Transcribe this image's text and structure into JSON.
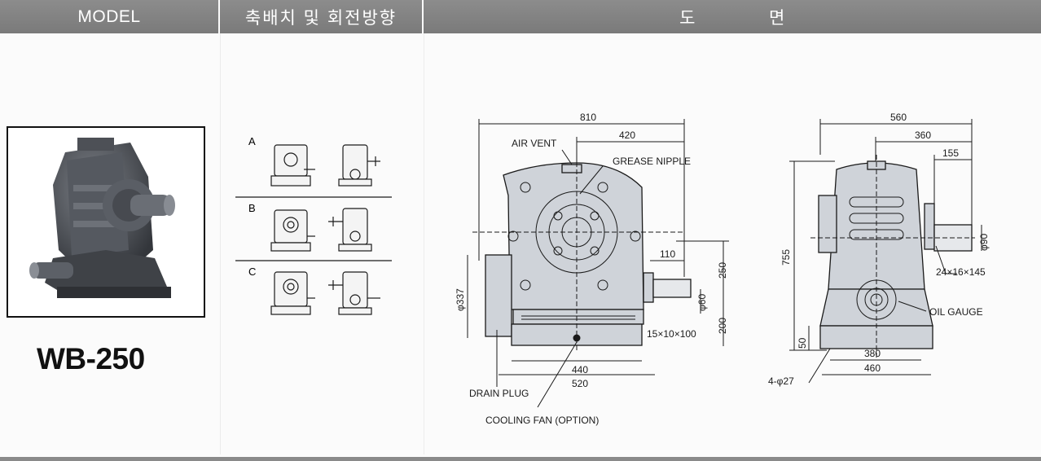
{
  "header": {
    "model_label": "MODEL",
    "shaft_label": "축배치 및 회전방향",
    "drawing_label_1": "도",
    "drawing_label_2": "면"
  },
  "model": {
    "name": "WB-250"
  },
  "arrangements": [
    {
      "label": "A"
    },
    {
      "label": "B"
    },
    {
      "label": "C"
    }
  ],
  "front_view": {
    "dim_total_width": "810",
    "dim_center_to_shaft": "420",
    "dim_shaft_length": "110",
    "dim_upper_height": "250",
    "dim_lower_height": "200",
    "dim_fan_diameter": "φ337",
    "dim_shaft_diameter": "φ60",
    "dim_keyway": "15×10×100",
    "dim_foot_inner": "440",
    "dim_foot_outer": "520",
    "label_air_vent": "AIR VENT",
    "label_grease_nipple": "GREASE NIPPLE",
    "label_drain_plug": "DRAIN PLUG",
    "label_cooling_fan": "COOLING FAN (OPTION)"
  },
  "side_view": {
    "dim_total_width": "560",
    "dim_center_to_shaft": "360",
    "dim_shaft_length": "155",
    "dim_total_height": "755",
    "dim_base_height": "50",
    "dim_shaft_diameter": "φ90",
    "dim_keyway": "24×16×145",
    "dim_foot_inner": "380",
    "dim_foot_outer": "460",
    "label_bolt_holes": "4-φ27",
    "label_oil_gauge": "OIL GAUGE"
  },
  "colors": {
    "header_bg": "#808080",
    "header_text": "#ffffff",
    "drawing_fill": "#cfd3d9",
    "line": "#1a1a1a"
  }
}
